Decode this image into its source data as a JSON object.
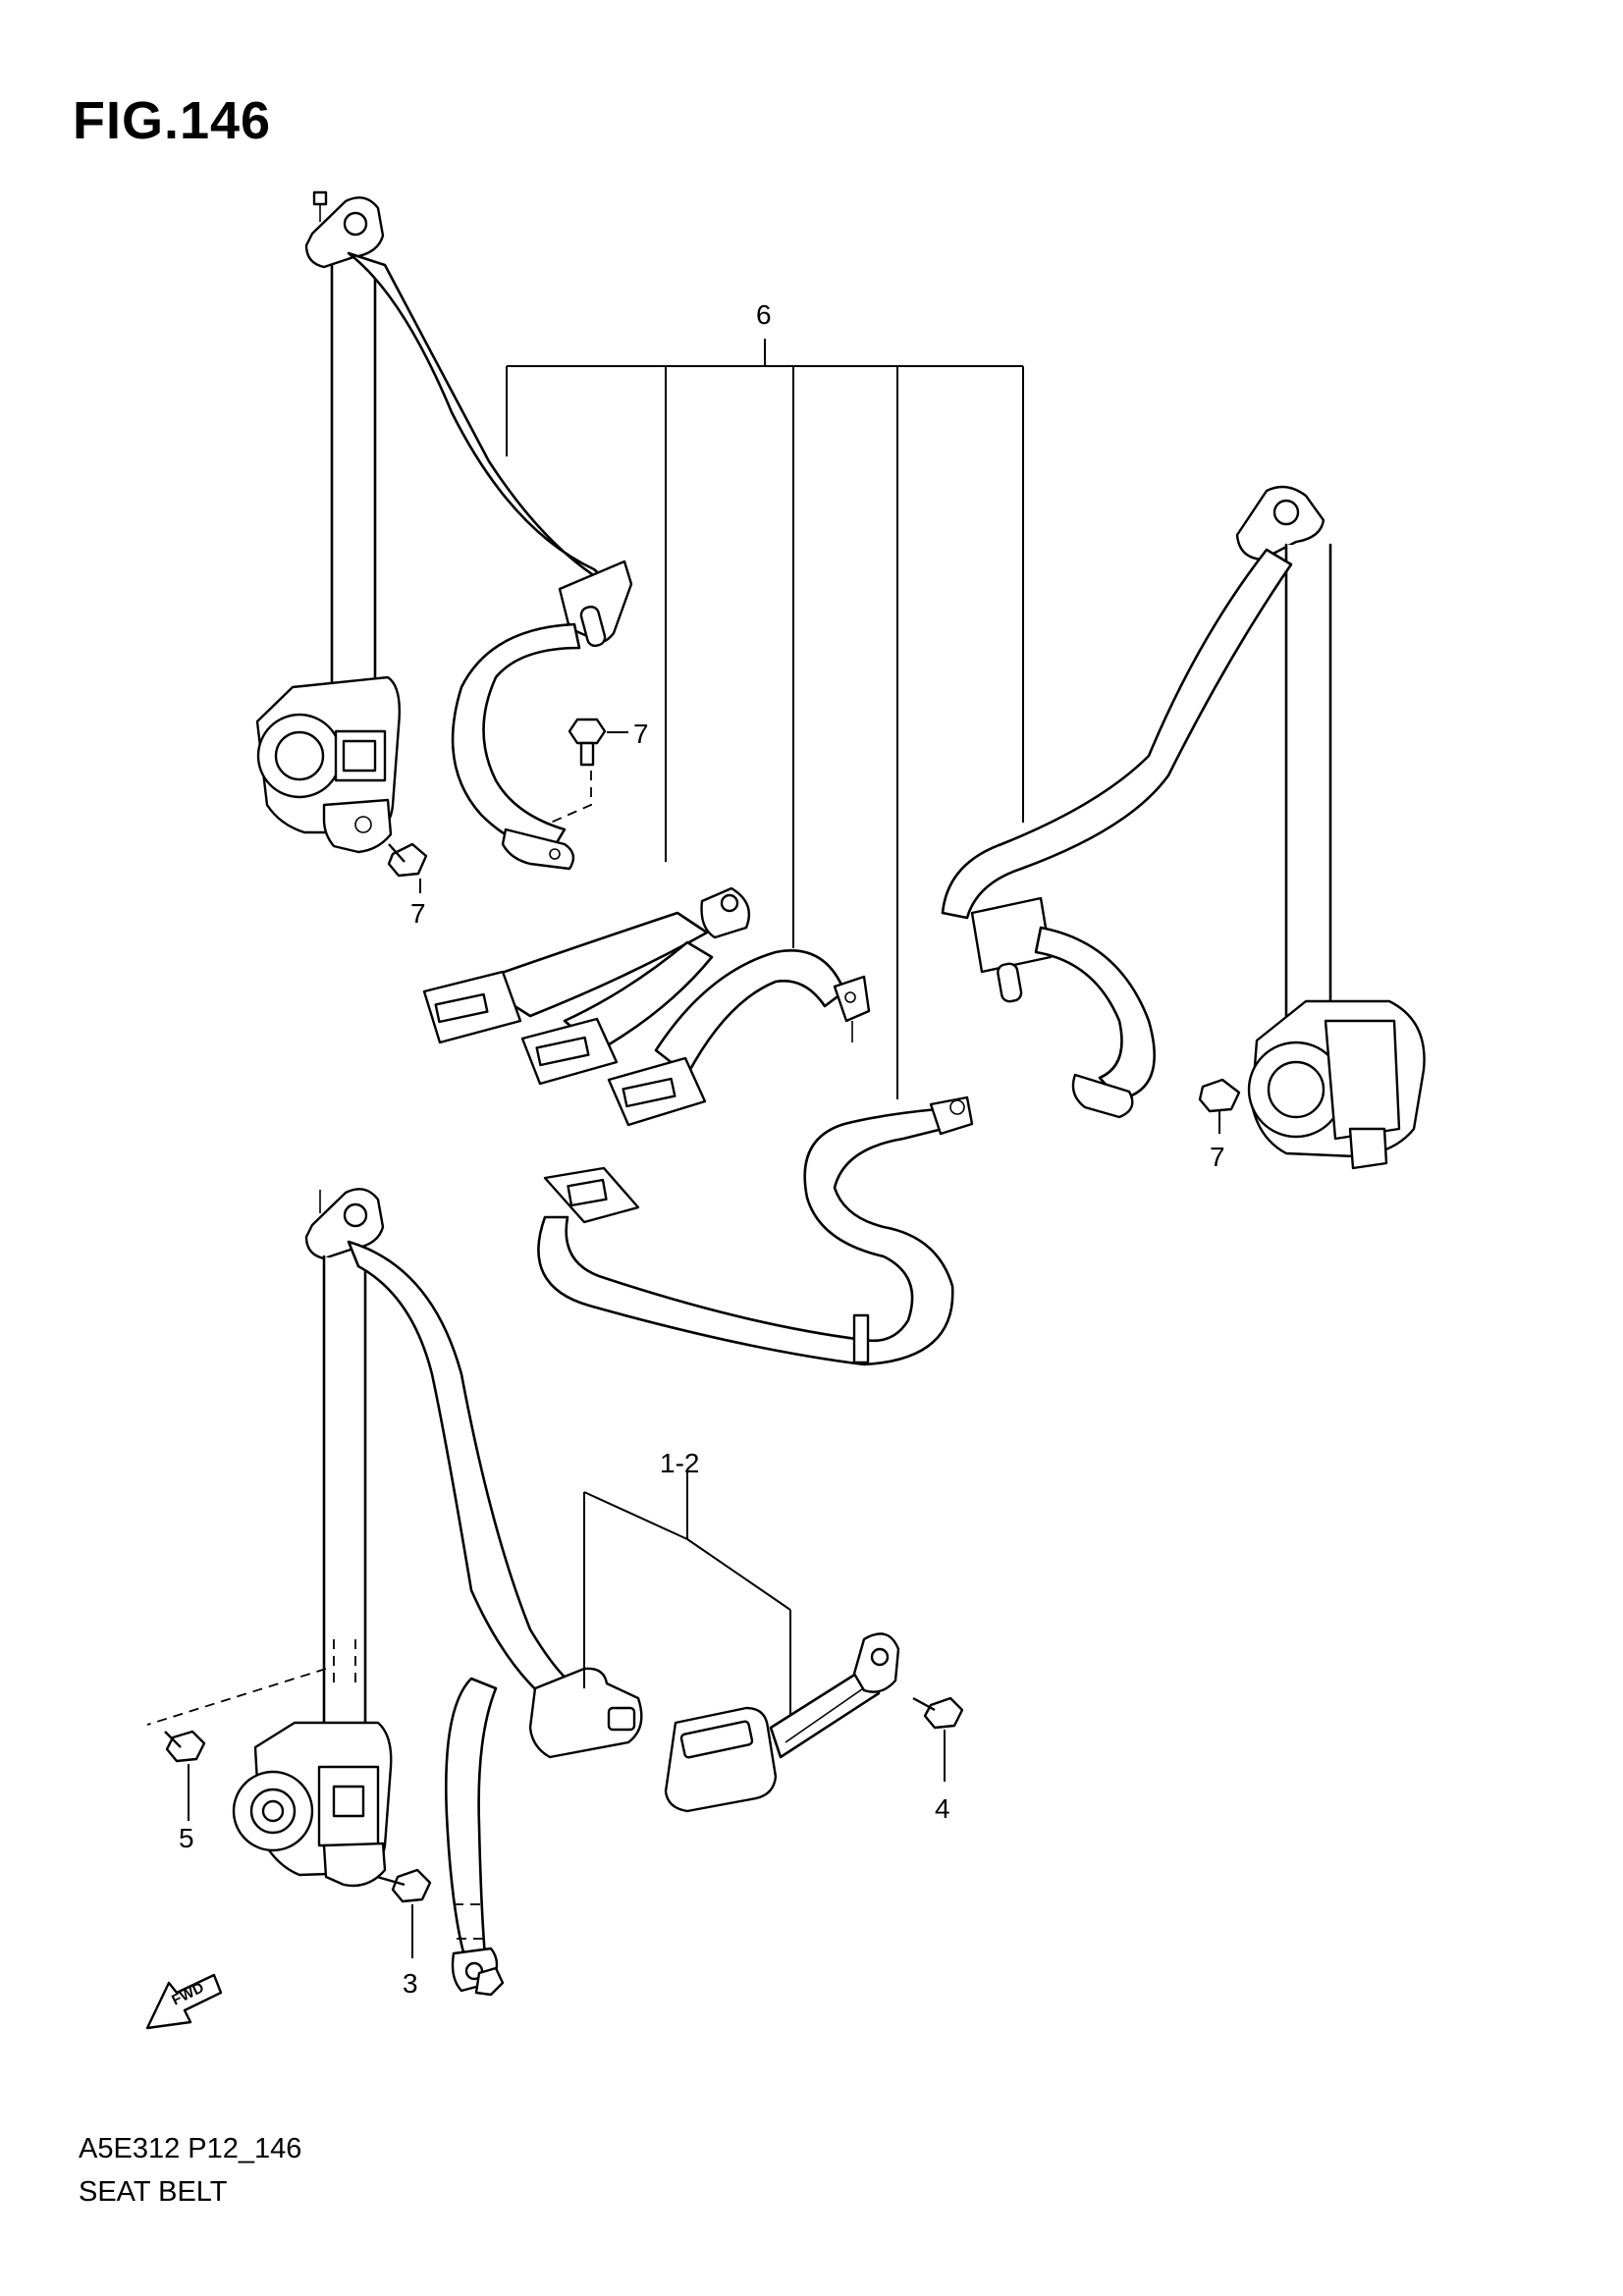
{
  "figure": {
    "title": "FIG.146",
    "code": "A5E312 P12_146",
    "name": "SEAT BELT"
  },
  "callouts": {
    "c1": "6",
    "c2": "7",
    "c3": "7",
    "c4": "7",
    "c5": "1-2",
    "c6": "5",
    "c7": "4",
    "c8": "3"
  },
  "fwd_arrow_label": "FWD"
}
